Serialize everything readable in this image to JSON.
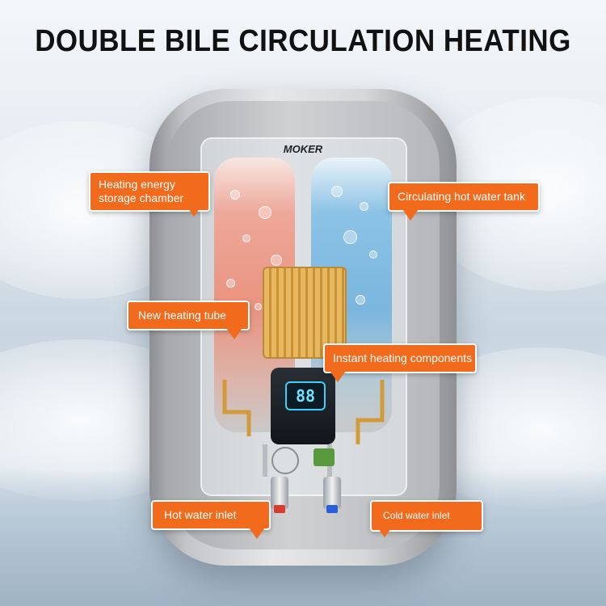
{
  "title": "DOUBLE BILE CIRCULATION HEATING",
  "product": {
    "brand": "MOKER",
    "display_digits": "88"
  },
  "labels": {
    "heating_energy_storage_line1": "Heating energy",
    "heating_energy_storage_line2": "storage chamber",
    "circulating_hot_water_tank": "Circulating hot water tank",
    "new_heating_tube": "New heating tube",
    "instant_heating_components": "Instant heating components",
    "hot_water_inlet": "Hot water inlet",
    "cold_water_inlet": "Cold water inlet"
  },
  "colors": {
    "callout_fill": "#f26a1b",
    "hot_tank": "#e9937f",
    "cold_tank": "#7ab6de",
    "heating_tube": "#e8b861"
  }
}
